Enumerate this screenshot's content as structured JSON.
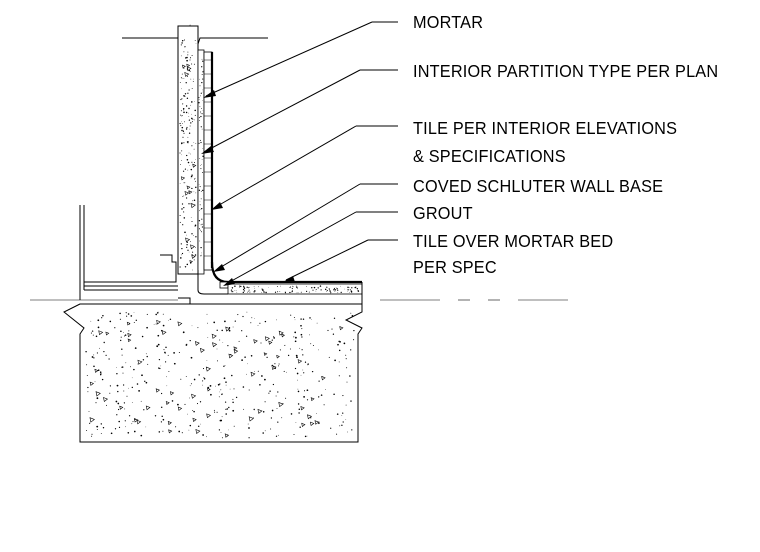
{
  "callouts": [
    {
      "id": "mortar",
      "lines": [
        "MORTAR"
      ]
    },
    {
      "id": "partition",
      "lines": [
        "INTERIOR PARTITION TYPE PER PLAN"
      ]
    },
    {
      "id": "tile-wall",
      "lines": [
        "TILE PER INTERIOR ELEVATIONS",
        "& SPECIFICATIONS"
      ]
    },
    {
      "id": "coved-base",
      "lines": [
        "COVED SCHLUTER WALL BASE"
      ]
    },
    {
      "id": "grout",
      "lines": [
        "GROUT"
      ]
    },
    {
      "id": "tile-floor",
      "lines": [
        "TILE OVER MORTAR BED",
        "PER SPEC"
      ]
    }
  ]
}
